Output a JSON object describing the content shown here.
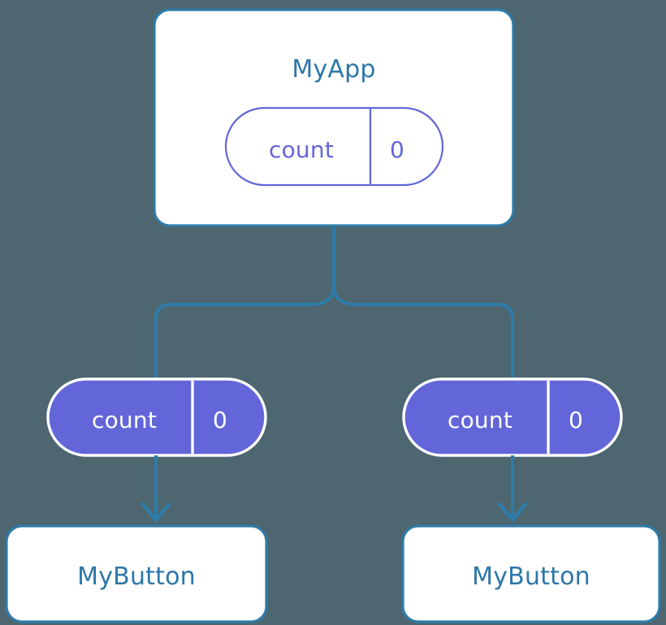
{
  "diagram": {
    "type": "component-tree",
    "background_color": "#4d666f",
    "accent_blue": "#2f7ba8",
    "accent_purple": "#6366d8",
    "text_blue": "#2d77a8",
    "text_white": "#ffffff"
  },
  "root": {
    "title": "MyApp",
    "state_pill": {
      "key": "count",
      "value": "0",
      "style": "outline"
    }
  },
  "branches": [
    {
      "prop_pill": {
        "key": "count",
        "value": "0",
        "style": "filled"
      },
      "child": {
        "title": "MyButton"
      }
    },
    {
      "prop_pill": {
        "key": "count",
        "value": "0",
        "style": "filled"
      },
      "child": {
        "title": "MyButton"
      }
    }
  ]
}
